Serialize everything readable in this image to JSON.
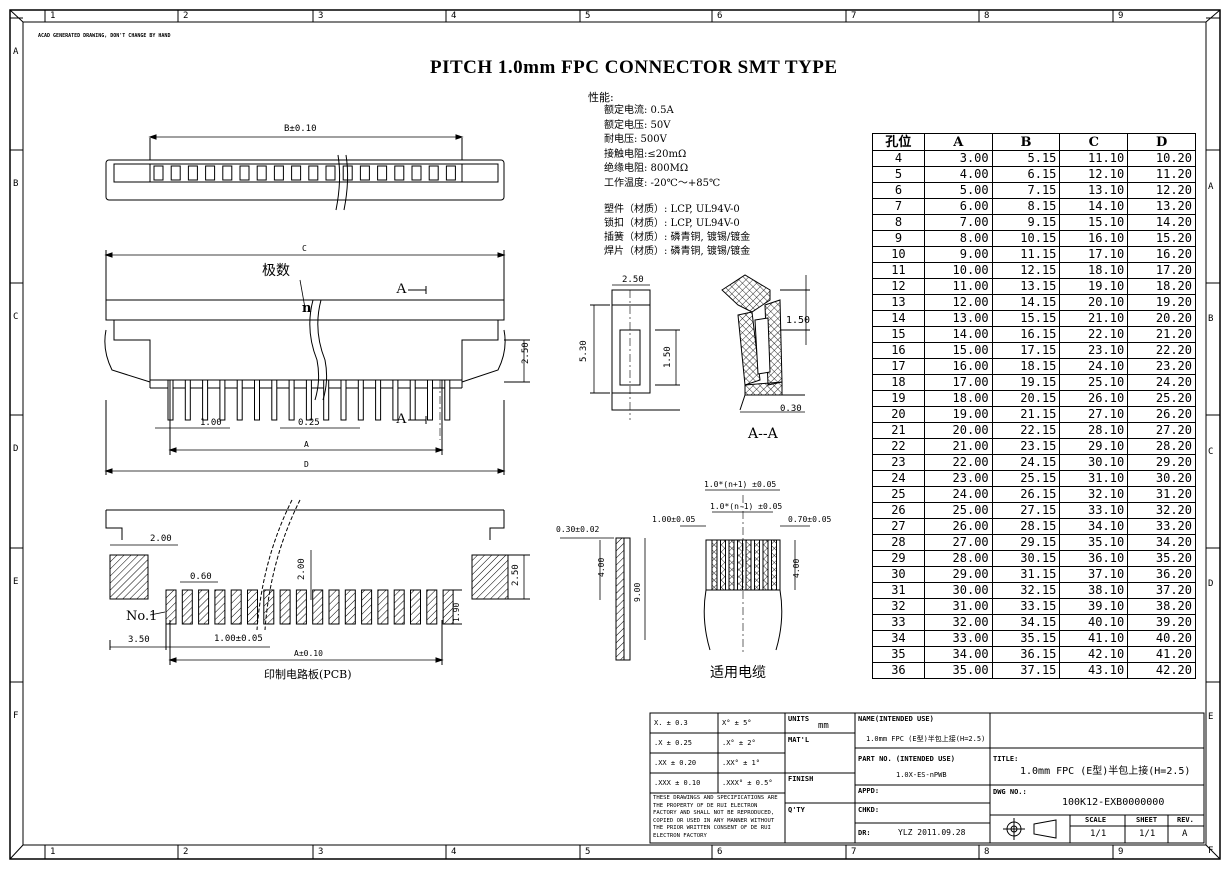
{
  "border": {
    "top_numbers": [
      "1",
      "2",
      "3",
      "4",
      "5",
      "6",
      "7",
      "8",
      "9"
    ],
    "bottom_numbers": [
      "1",
      "2",
      "3",
      "4",
      "5",
      "6",
      "7",
      "8",
      "9"
    ],
    "side_letters": [
      "A",
      "B",
      "C",
      "D",
      "E",
      "F"
    ]
  },
  "note": "ACAD GENERATED DRAWING, DON'T CHANGE BY HAND",
  "title": "PITCH 1.0mm FPC CONNECTOR SMT TYPE",
  "specs": {
    "heading": "性能:",
    "lines": [
      "额定电流: 0.5A",
      "额定电压: 50V",
      "耐电压: 500V",
      "接触电阻:≤20mΩ",
      "绝缘电阻: 800MΩ",
      "工作温度: -20℃～+85℃"
    ],
    "material_lines": [
      "塑件（材质）: LCP, UL94V-0",
      "锁扣（材质）: LCP, UL94V-0",
      "插簧（材质）: 磷青铜, 镀锡/镀金",
      "焊片（材质）: 磷青铜, 镀锡/镀金"
    ]
  },
  "labels": {
    "b_dim": "B±0.10",
    "c_dim": "C",
    "pole_count": "极数",
    "n": "n",
    "section_a_top": "A",
    "section_a_bottom": "A",
    "dim_250": "2.50",
    "dim_100": "1.00",
    "dim_025": "0.25",
    "dim_a": "A",
    "dim_d": "D",
    "side_250": "2.50",
    "side_530": "5.30",
    "side_150": "1.50",
    "aa_150": "1.50",
    "aa_030": "0.30",
    "aa_title": "A--A",
    "pcb_200": "2.00",
    "pcb_060": "0.60",
    "pcb_200v": "2.00",
    "pcb_250": "2.50",
    "pcb_no1": "No.1",
    "pcb_190": "1.90",
    "pcb_350": "3.50",
    "pcb_pitch": "1.00±0.05",
    "pcb_a": "A±0.10",
    "pcb_caption": "印制电路板(PCB)",
    "cable_n1": "1.0*(n+1) ±0.05",
    "cable_nm1": "1.0*(n-1) ±0.05",
    "cable_left": "1.00±0.05",
    "cable_right": "0.70±0.05",
    "cable_400": "4.00",
    "fpc_thk": "0.30±0.02",
    "fpc_400": "4.00",
    "fpc_900": "9.00",
    "cable_caption": "适用电缆"
  },
  "table": {
    "headers": [
      "孔位",
      "A",
      "B",
      "C",
      "D"
    ],
    "rows": [
      [
        "4",
        "3.00",
        "5.15",
        "11.10",
        "10.20"
      ],
      [
        "5",
        "4.00",
        "6.15",
        "12.10",
        "11.20"
      ],
      [
        "6",
        "5.00",
        "7.15",
        "13.10",
        "12.20"
      ],
      [
        "7",
        "6.00",
        "8.15",
        "14.10",
        "13.20"
      ],
      [
        "8",
        "7.00",
        "9.15",
        "15.10",
        "14.20"
      ],
      [
        "9",
        "8.00",
        "10.15",
        "16.10",
        "15.20"
      ],
      [
        "10",
        "9.00",
        "11.15",
        "17.10",
        "16.20"
      ],
      [
        "11",
        "10.00",
        "12.15",
        "18.10",
        "17.20"
      ],
      [
        "12",
        "11.00",
        "13.15",
        "19.10",
        "18.20"
      ],
      [
        "13",
        "12.00",
        "14.15",
        "20.10",
        "19.20"
      ],
      [
        "14",
        "13.00",
        "15.15",
        "21.10",
        "20.20"
      ],
      [
        "15",
        "14.00",
        "16.15",
        "22.10",
        "21.20"
      ],
      [
        "16",
        "15.00",
        "17.15",
        "23.10",
        "22.20"
      ],
      [
        "17",
        "16.00",
        "18.15",
        "24.10",
        "23.20"
      ],
      [
        "18",
        "17.00",
        "19.15",
        "25.10",
        "24.20"
      ],
      [
        "19",
        "18.00",
        "20.15",
        "26.10",
        "25.20"
      ],
      [
        "20",
        "19.00",
        "21.15",
        "27.10",
        "26.20"
      ],
      [
        "21",
        "20.00",
        "22.15",
        "28.10",
        "27.20"
      ],
      [
        "22",
        "21.00",
        "23.15",
        "29.10",
        "28.20"
      ],
      [
        "23",
        "22.00",
        "24.15",
        "30.10",
        "29.20"
      ],
      [
        "24",
        "23.00",
        "25.15",
        "31.10",
        "30.20"
      ],
      [
        "25",
        "24.00",
        "26.15",
        "32.10",
        "31.20"
      ],
      [
        "26",
        "25.00",
        "27.15",
        "33.10",
        "32.20"
      ],
      [
        "27",
        "26.00",
        "28.15",
        "34.10",
        "33.20"
      ],
      [
        "28",
        "27.00",
        "29.15",
        "35.10",
        "34.20"
      ],
      [
        "29",
        "28.00",
        "30.15",
        "36.10",
        "35.20"
      ],
      [
        "30",
        "29.00",
        "31.15",
        "37.10",
        "36.20"
      ],
      [
        "31",
        "30.00",
        "32.15",
        "38.10",
        "37.20"
      ],
      [
        "32",
        "31.00",
        "33.15",
        "39.10",
        "38.20"
      ],
      [
        "33",
        "32.00",
        "34.15",
        "40.10",
        "39.20"
      ],
      [
        "34",
        "33.00",
        "35.15",
        "41.10",
        "40.20"
      ],
      [
        "35",
        "34.00",
        "36.15",
        "42.10",
        "41.20"
      ],
      [
        "36",
        "35.00",
        "37.15",
        "43.10",
        "42.20"
      ]
    ]
  },
  "titleblock": {
    "tol": [
      [
        "X. ± 0.3",
        "X° ± 5°"
      ],
      [
        ".X ± 0.25",
        ".X° ± 2°"
      ],
      [
        ".XX ± 0.20",
        ".XX° ± 1°"
      ],
      [
        ".XXX ± 0.10",
        ".XXX° ± 0.5°"
      ]
    ],
    "copyright": [
      "THESE DRAWINGS AND SPECIFICATIONS ARE",
      "THE PROPERTY OF DE RUI ELECTRON",
      "FACTORY AND SHALL NOT BE REPRODUCED,",
      "COPIED OR USED IN ANY MANNER WITHOUT",
      "THE PRIOR WRITTEN CONSENT OF DE RUI",
      "ELECTRON FACTORY"
    ],
    "units_label": "UNITS",
    "units_value": "mm",
    "matl_label": "MAT'L",
    "finish_label": "FINISH",
    "qty_label": "Q'TY",
    "name_label": "NAME(INTENDED USE)",
    "name_value": "1.0mm FPC (E型)半包上接(H=2.5)",
    "part_label": "PART NO. (INTENDED USE)",
    "part_value": "1.0X-ES-nPWB",
    "appd_label": "APPD:",
    "chkd_label": "CHKD:",
    "dr_label": "DR:",
    "dr_value": "YLZ 2011.09.28",
    "title_label": "TITLE:",
    "title_value": "1.0mm FPC (E型)半包上接(H=2.5)",
    "dwg_label": "DWG NO.:",
    "dwg_value": "100K12-EXB0000000",
    "scale_label": "SCALE",
    "scale_value": "1/1",
    "sheet_label": "SHEET",
    "sheet_value": "1/1",
    "rev_label": "REV.",
    "rev_value": "A"
  }
}
